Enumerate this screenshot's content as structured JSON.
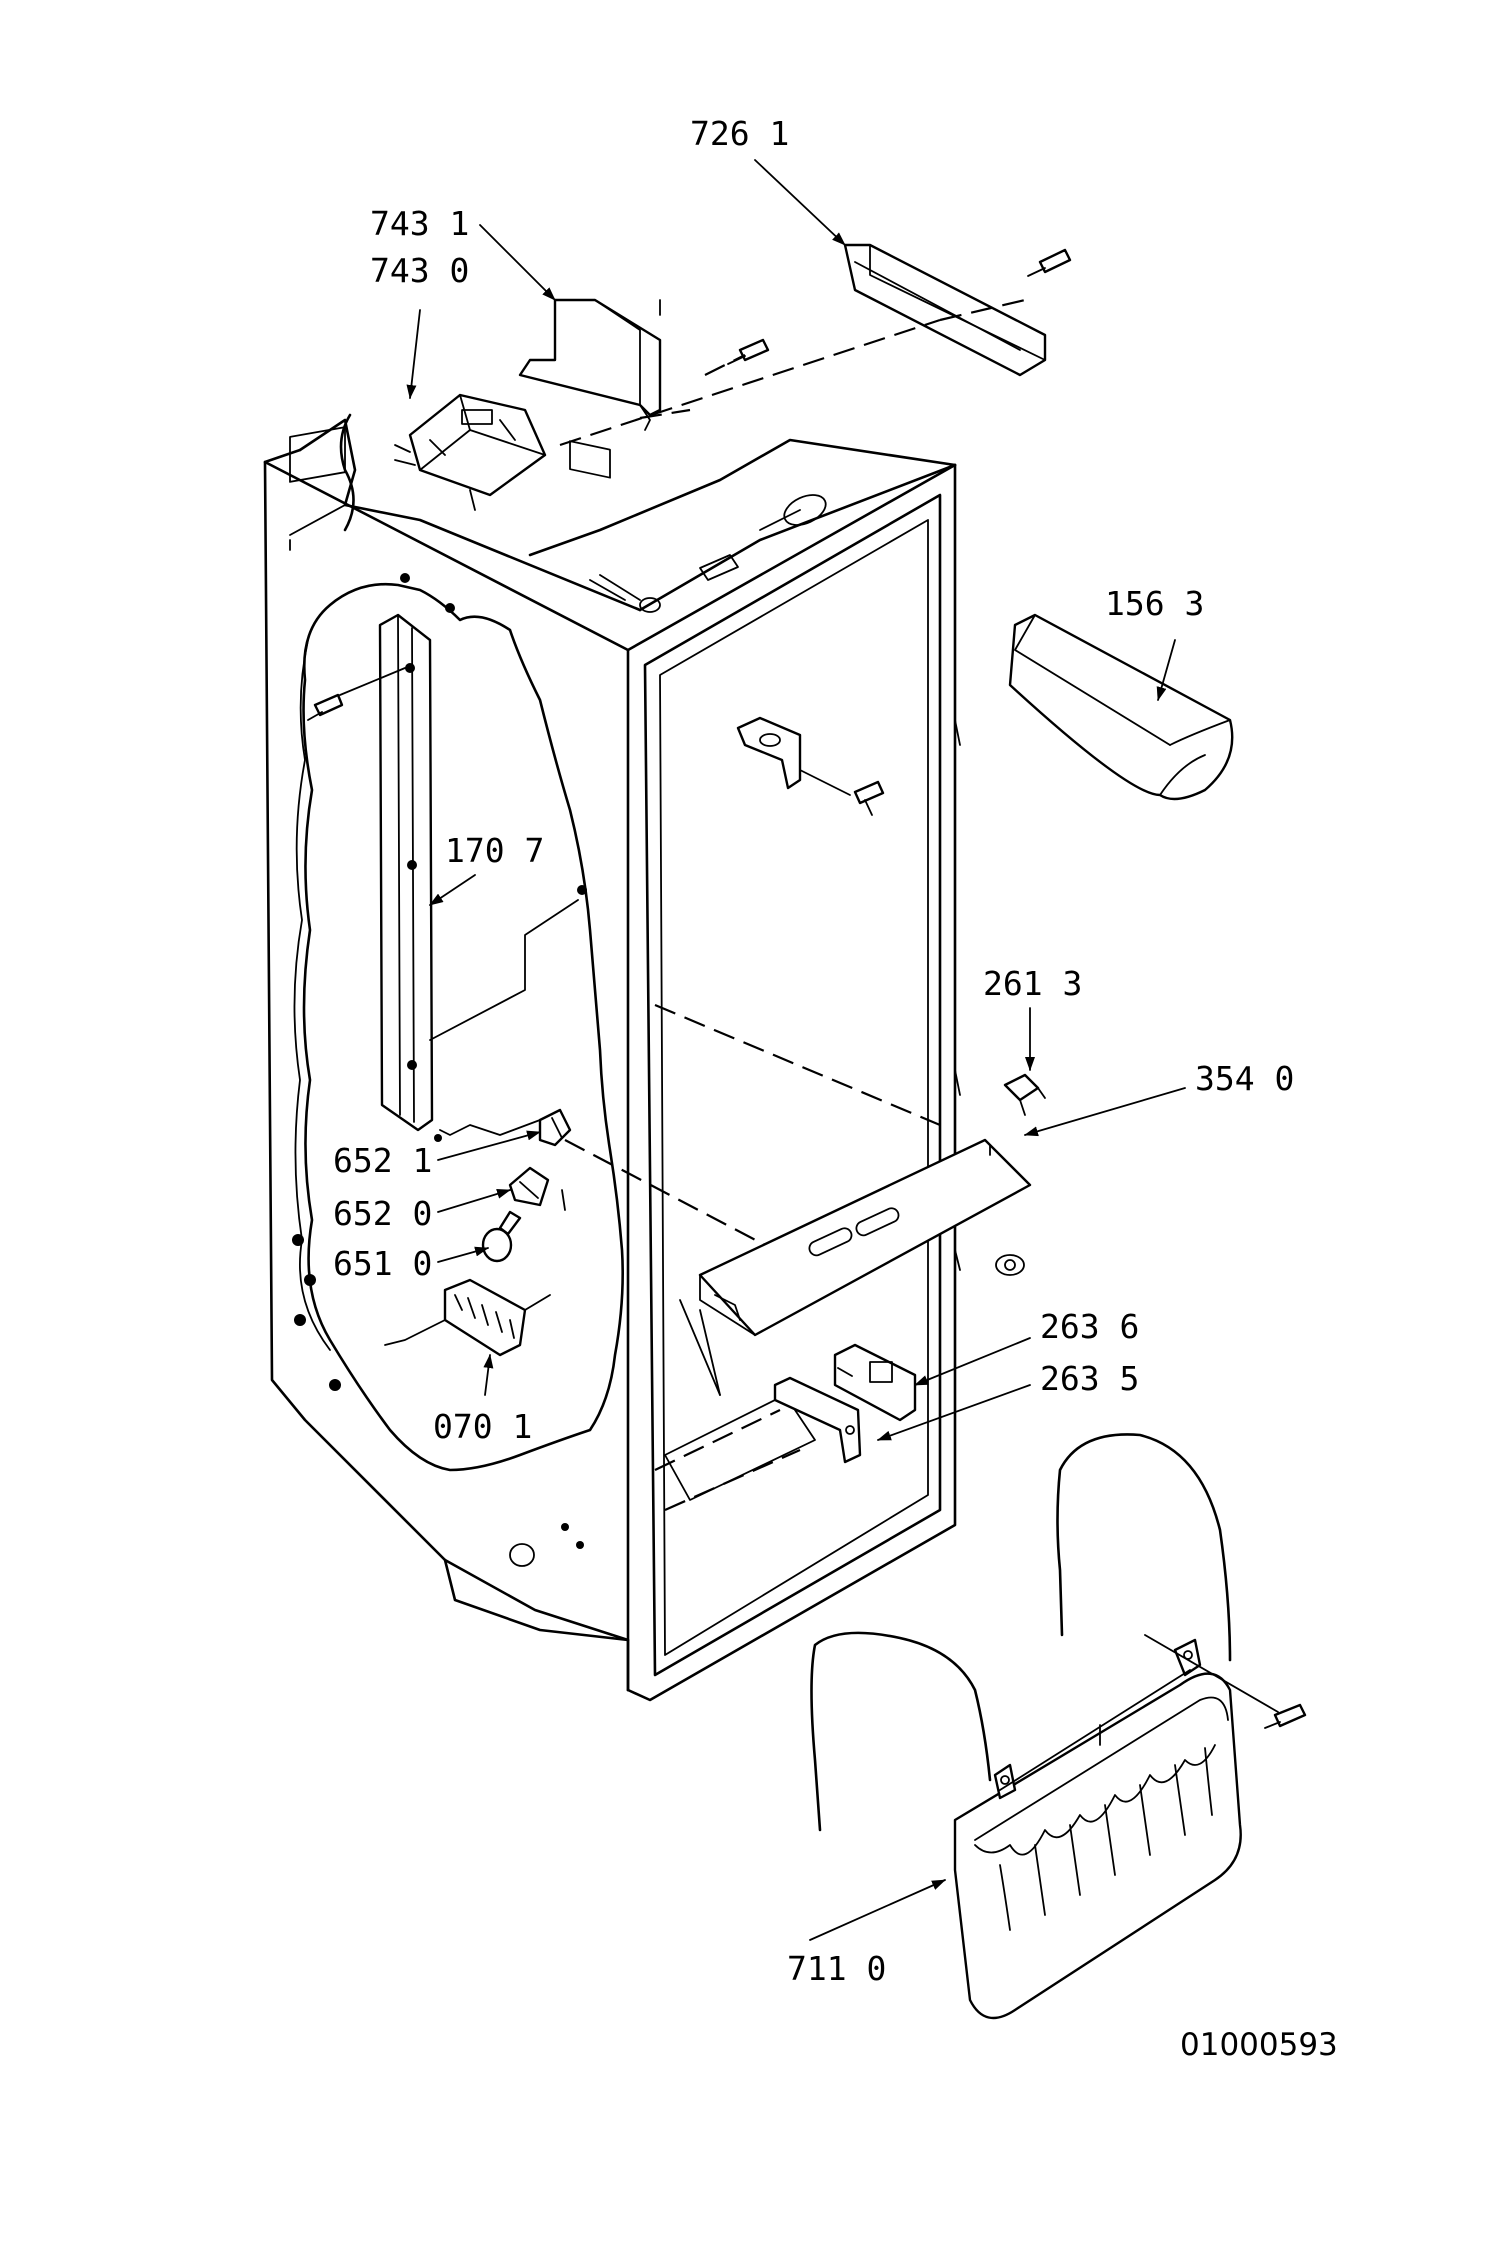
{
  "callouts": [
    {
      "id": "c7261",
      "text": "726 1"
    },
    {
      "id": "c7431",
      "text": "743 1"
    },
    {
      "id": "c7430",
      "text": "743 0"
    },
    {
      "id": "c1563",
      "text": "156 3"
    },
    {
      "id": "c1707",
      "text": "170 7"
    },
    {
      "id": "c2613",
      "text": "261 3"
    },
    {
      "id": "c3540",
      "text": "354 0"
    },
    {
      "id": "c6521",
      "text": "652 1"
    },
    {
      "id": "c6520",
      "text": "652 0"
    },
    {
      "id": "c6510",
      "text": "651 0"
    },
    {
      "id": "c2636",
      "text": "263 6"
    },
    {
      "id": "c2635",
      "text": "263 5"
    },
    {
      "id": "c0701",
      "text": "070 1"
    },
    {
      "id": "c7110",
      "text": "711 0"
    }
  ],
  "drawing_code": "01000593"
}
